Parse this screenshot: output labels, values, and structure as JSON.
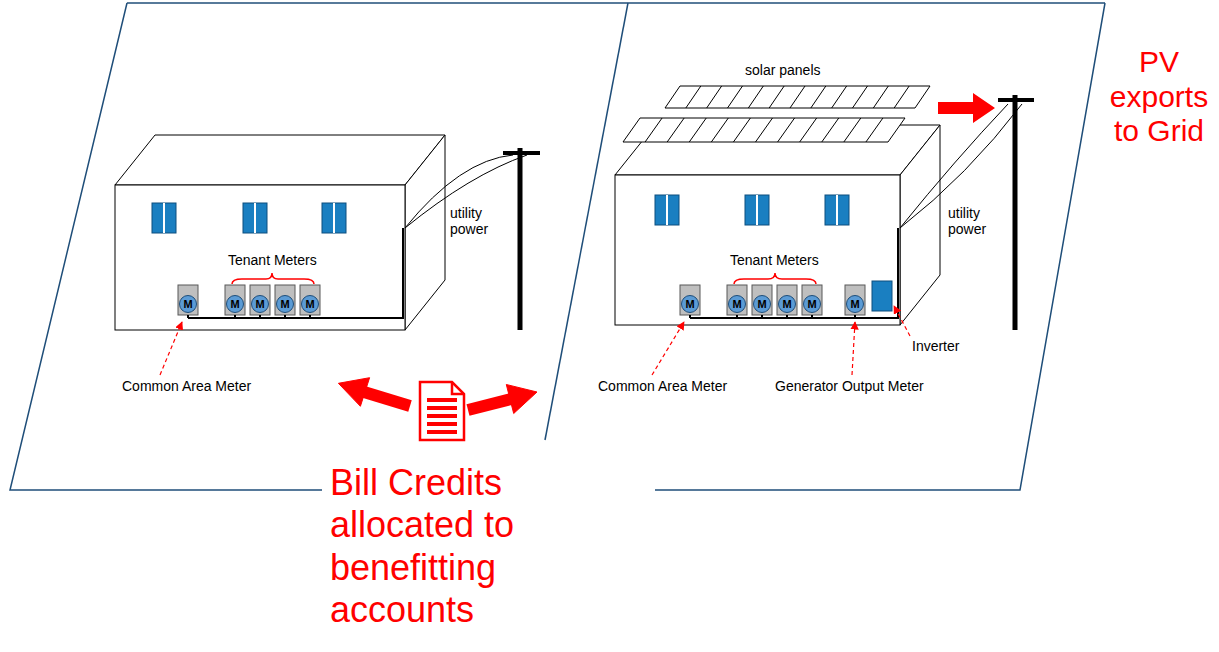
{
  "diagram": {
    "labels": [
      "Tenant Meters",
      "utility power",
      "Common Area Meter",
      "solar panels",
      "Tenant Meters",
      "utility power",
      "Inverter",
      "Common Area Meter",
      "Generator Output Meter",
      "PV exports to Grid",
      "Bill Credits allocated to benefitting accounts",
      "M",
      "M",
      "M",
      "M",
      "M",
      "M",
      "M",
      "M",
      "M",
      "M",
      "M"
    ]
  }
}
